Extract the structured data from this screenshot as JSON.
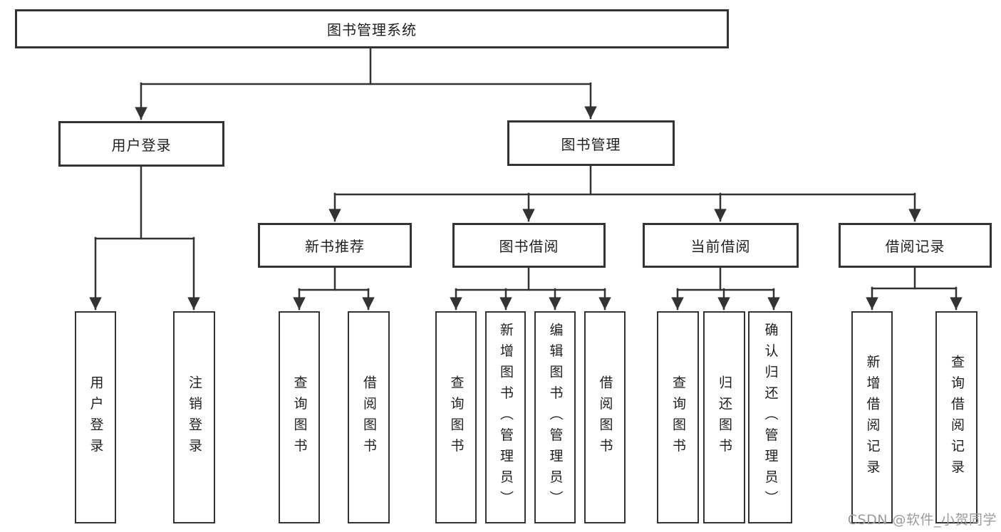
{
  "diagram": {
    "root": "图书管理系统",
    "level2": {
      "user_login": "用户登录",
      "book_mgmt": "图书管理"
    },
    "level3": {
      "new_books": "新书推荐",
      "borrowing": "图书借阅",
      "current": "当前借阅",
      "records": "借阅记录"
    },
    "leaves": {
      "user_login": "用户登录",
      "logout": "注销登录",
      "nb_query": "查询图书",
      "nb_borrow": "借阅图书",
      "bw_query": "查询图书",
      "bw_add": "新增图书（管理员）",
      "bw_edit": "编辑图书（管理员）",
      "bw_borrow": "借阅图书",
      "cu_query": "查询图书",
      "cu_return": "归还图书",
      "cu_confirm": "确认归还（管理员）",
      "rc_add": "新增借阅记录",
      "rc_query": "查询借阅记录"
    },
    "line_color": "#333333"
  },
  "watermark": "CSDN @软件_小贺同学"
}
